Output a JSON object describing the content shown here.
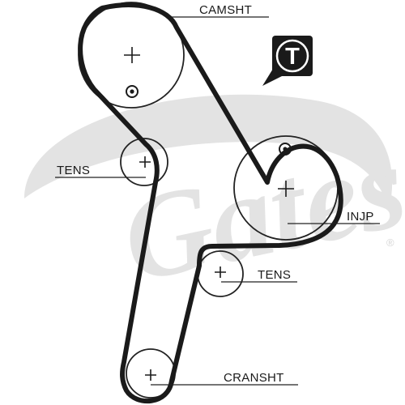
{
  "diagram": {
    "labels": {
      "camshaft": "CAMSHT",
      "tensioner_upper": "TENS",
      "injection_pump": "INJP",
      "tensioner_lower": "TENS",
      "crankshaft": "CRANSHT"
    },
    "badge": "T",
    "watermark": {
      "brand": "Gates",
      "registered_mark": "®"
    }
  },
  "colors": {
    "belt": "#1a1a1a",
    "pulley_outline": "#222222",
    "watermark": "#e3e3e3",
    "badge_fill": "#1a1a1a",
    "badge_text": "#ffffff"
  }
}
